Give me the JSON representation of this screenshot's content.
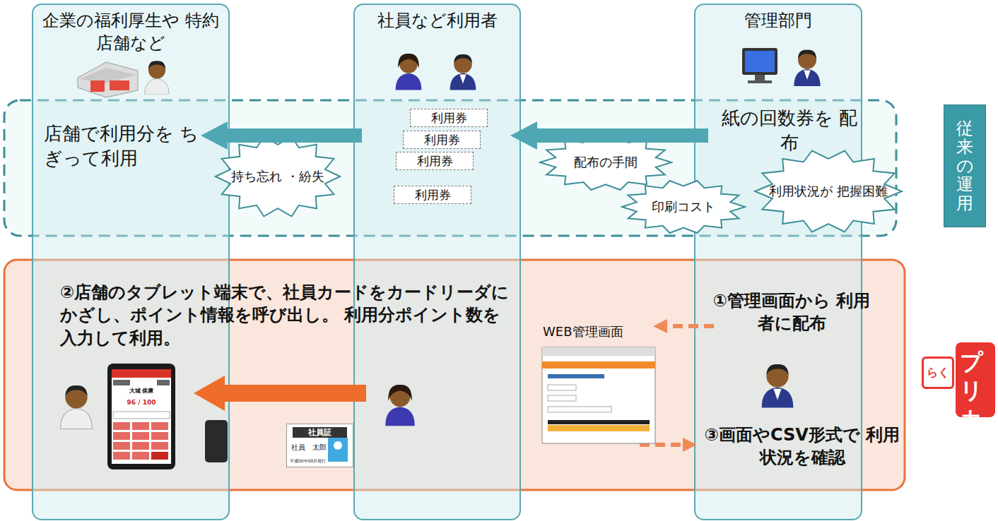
{
  "diagram": {
    "nodes": [
      {
        "text": [
          "企業の福利厚生や 特約店舗など"
        ]
      },
      {
        "text": [
          "社員など利用者"
        ]
      },
      {
        "text": [
          "管理部門"
        ]
      },
      {
        "text": [
          "利用券"
        ],
        "in": 1
      },
      {
        "text": [
          "利用券"
        ],
        "in": 1
      },
      {
        "text": [
          "利用券"
        ],
        "in": 1
      },
      {
        "text": [
          "利用券"
        ],
        "in": 1
      },
      {
        "text": [
          "持ち忘れ ・紛失"
        ]
      },
      {
        "text": [
          "配布の手間"
        ]
      },
      {
        "text": [
          "印刷コスト"
        ]
      },
      {
        "text": [
          "利用状況が 把握困難"
        ]
      },
      {
        "text": [
          "従来の運用"
        ]
      },
      {
        "text": [
          "らく",
          "プリカ"
        ]
      },
      {
        "text": [
          "社員証",
          "社員　太郎",
          "平成00年00月発行"
        ]
      }
    ],
    "labels": [
      "店舗で利用分を ちぎって利用",
      "紙の回数券を 配布",
      "②店舗のタブレット端末で、社員カードをカードリーダにかざし、ポイント情報を呼び出し。 利用分ポイント数を入力して利用。",
      "①管理画面から 利用者に配布",
      "WEB管理画面",
      "③画面やCSV形式で 利用状況を確認",
      "大城 侯康",
      "96 / 100"
    ]
  }
}
